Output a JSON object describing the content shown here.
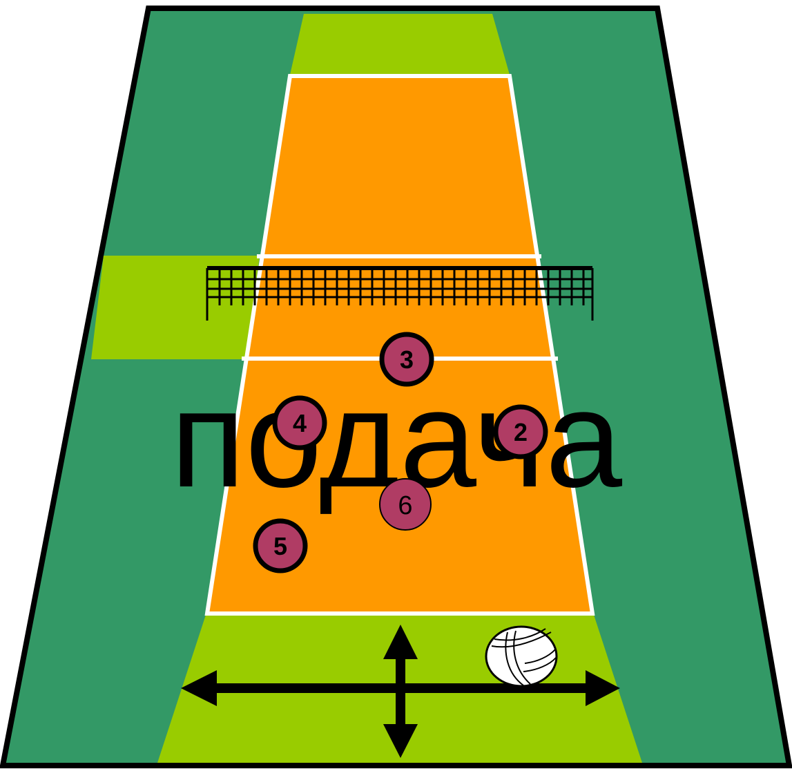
{
  "diagram": {
    "caption": "подача",
    "players": [
      {
        "number": "3",
        "style": "bold"
      },
      {
        "number": "4",
        "style": "bold"
      },
      {
        "number": "2",
        "style": "bold"
      },
      {
        "number": "6",
        "style": "plain"
      },
      {
        "number": "5",
        "style": "bold"
      }
    ],
    "colors": {
      "outer_court": "#339966",
      "free_zone": "#99cc00",
      "playing_court": "#ff9900",
      "court_lines": "#ffffff",
      "player_fill": "#b03c64",
      "outline": "#000000"
    },
    "icons": [
      "net-icon",
      "volleyball-icon",
      "double-arrow-horizontal-icon",
      "double-arrow-vertical-icon"
    ]
  }
}
